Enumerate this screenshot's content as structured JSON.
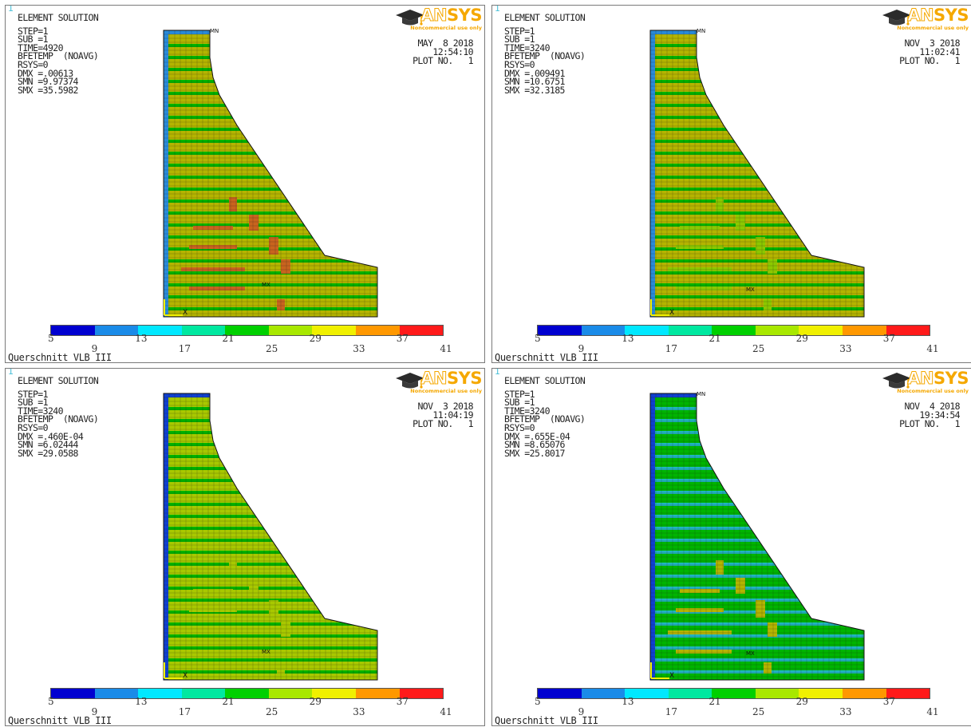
{
  "palette": [
    "#0000d0",
    "#1a8be8",
    "#00e8ff",
    "#00e8a0",
    "#00d000",
    "#a8e800",
    "#f0f000",
    "#ff9800",
    "#ff1a1a"
  ],
  "legend_labels": [
    "5",
    "9",
    "13",
    "17",
    "21",
    "25",
    "29",
    "33",
    "37",
    "41"
  ],
  "app_logo": {
    "brand_an": "AN",
    "brand_sys": "SYS",
    "tagline": "Noncommercial use only",
    "icon": "graduation-cap-icon"
  },
  "panels": [
    {
      "window_number": "1",
      "title": "ELEMENT SOLUTION",
      "lines": [
        "STEP=1",
        "SUB =1",
        "TIME=4920",
        "BFETEMP  (NOAVG)",
        "RSYS=0",
        "DMX =.00613",
        "SMN =9.97374",
        "SMX =35.5982"
      ],
      "date": "MAY  8 2018",
      "time": "12:54:10",
      "plot_no": "PLOT NO.   1",
      "caption": "Querschnitt VLB III",
      "mn_label": "MN",
      "mx_label": "MX",
      "x_label": "X",
      "base_color": "#b4b400",
      "band_color": "#00b400",
      "hot_color": "#c8641e",
      "cold_color": "#2a8ad8"
    },
    {
      "window_number": "1",
      "title": "ELEMENT SOLUTION",
      "lines": [
        "STEP=1",
        "SUB =1",
        "TIME=3240",
        "BFETEMP  (NOAVG)",
        "RSYS=0",
        "DMX =.009491",
        "SMN =10.6751",
        "SMX =32.3185"
      ],
      "date": "NOV  3 2018",
      "time": "11:02:41",
      "plot_no": "PLOT NO.   1",
      "caption": "Querschnitt VLB III",
      "mn_label": "MN",
      "mx_label": "MX",
      "x_label": "X",
      "base_color": "#b4b400",
      "band_color": "#00b400",
      "hot_color": "#8cc800",
      "cold_color": "#2a8ad8"
    },
    {
      "window_number": "1",
      "title": "ELEMENT SOLUTION",
      "lines": [
        "STEP=1",
        "SUB =1",
        "TIME=3240",
        "BFETEMP  (NOAVG)",
        "RSYS=0",
        "DMX =.460E-04",
        "SMN =6.02444",
        "SMX =29.0588"
      ],
      "date": "NOV  3 2018",
      "time": "11:04:19",
      "plot_no": "PLOT NO.   1",
      "caption": "Querschnitt VLB III",
      "mn_label": "",
      "mx_label": "MX",
      "x_label": "X",
      "base_color": "#a8c800",
      "band_color": "#00b400",
      "hot_color": "#a8c800",
      "cold_color": "#1040d0"
    },
    {
      "window_number": "1",
      "title": "ELEMENT SOLUTION",
      "lines": [
        "STEP=1",
        "SUB =1",
        "TIME=3240",
        "BFETEMP  (NOAVG)",
        "RSYS=0",
        "DMX =.655E-04",
        "SMN =8.65076",
        "SMX =25.8017"
      ],
      "date": "NOV  4 2018",
      "time": "19:34:54",
      "plot_no": "PLOT NO.   1",
      "caption": "Querschnitt VLB III",
      "mn_label": "MN",
      "mx_label": "MX",
      "x_label": "X",
      "base_color": "#00b400",
      "band_color": "#20b4c0",
      "hot_color": "#b4b400",
      "cold_color": "#1040d0"
    }
  ]
}
